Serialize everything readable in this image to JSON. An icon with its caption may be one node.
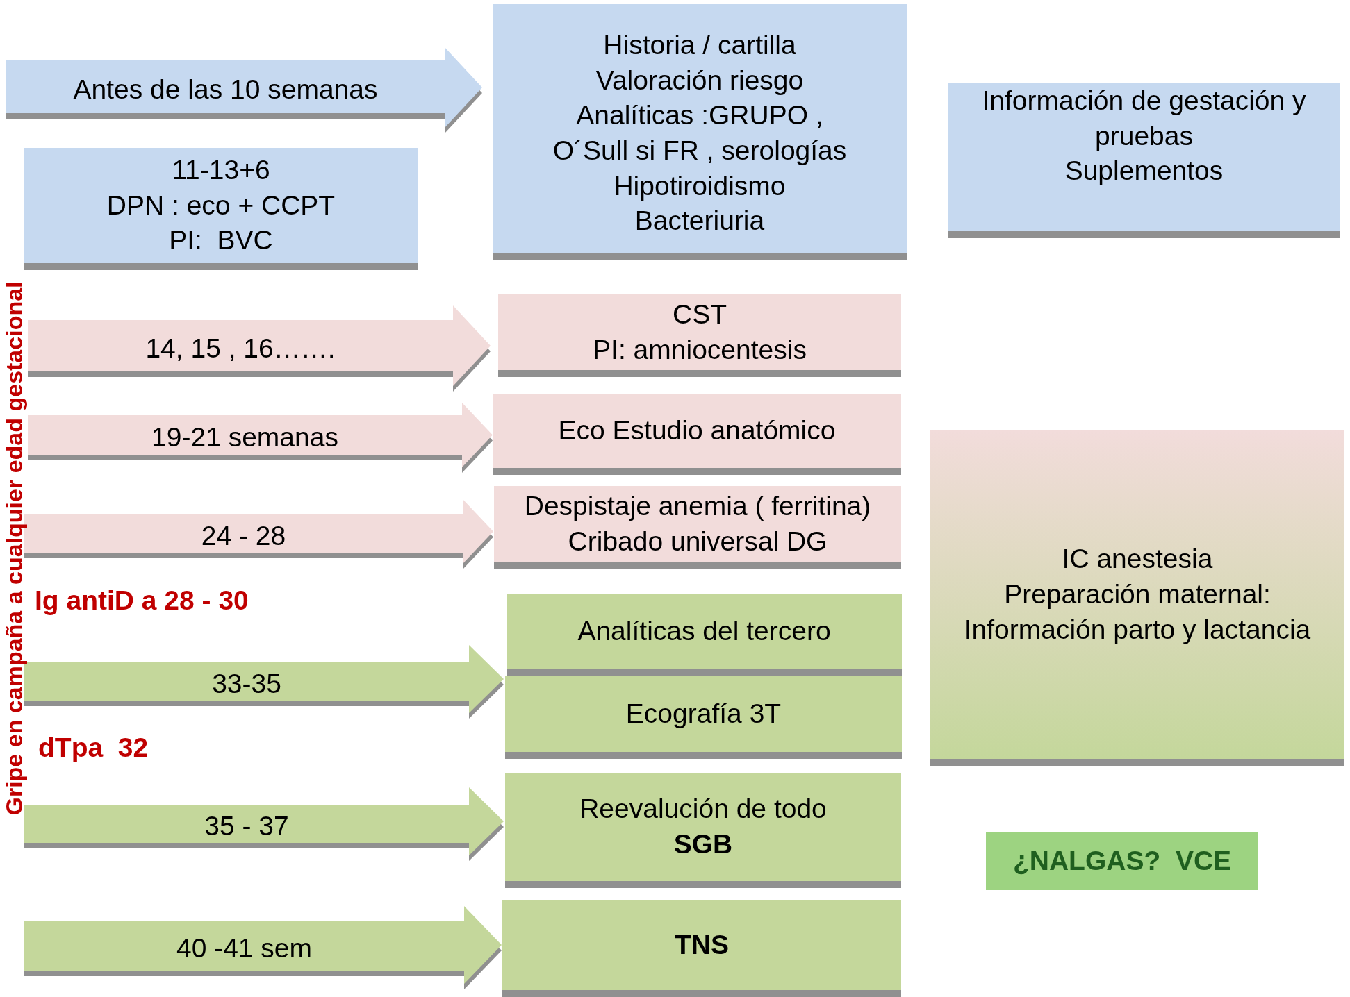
{
  "diagram": {
    "nodes": [
      {
        "text": [
          "Antes de las 10 semanas"
        ]
      },
      {
        "text": [
          "Historia / cartilla",
          "Valoración riesgo",
          "Analíticas :GRUPO ,",
          "O´Sull si FR , serologías",
          "Hipotiroidismo",
          "Bacteriuria"
        ]
      },
      {
        "text": [
          "Información de gestación y pruebas",
          "Suplementos"
        ]
      },
      {
        "text": [
          "11-13+6",
          "DPN : eco + CCPT",
          "PI:  BVC"
        ]
      },
      {
        "text": [
          "14, 15 , 16……."
        ]
      },
      {
        "text": [
          "CST",
          "PI: amniocentesis"
        ]
      },
      {
        "text": [
          "19-21 semanas"
        ]
      },
      {
        "text": [
          "Eco Estudio anatómico"
        ]
      },
      {
        "text": [
          "24 - 28"
        ]
      },
      {
        "text": [
          "Despistaje anemia ( ferritina)",
          "Cribado universal DG"
        ]
      },
      {
        "text": [
          "IC anestesia",
          "Preparación maternal:",
          "Información parto y lactancia"
        ]
      },
      {
        "text": [
          "33-35"
        ]
      },
      {
        "text": [
          "Analíticas del tercero"
        ]
      },
      {
        "text": [
          "Ecografía 3T"
        ]
      },
      {
        "text": [
          "35 - 37"
        ]
      },
      {
        "text": [
          "Reevalución de todo",
          "SGB"
        ]
      },
      {
        "text": [
          "40 -41 sem"
        ]
      },
      {
        "text": [
          "TNS"
        ]
      },
      {
        "text": [
          "¿NALGAS?  VCE"
        ]
      }
    ],
    "labels": [
      "Gripe en campaña a cualquier edad gestacional",
      "Ig antiD a 28 - 30",
      "dTpa  32"
    ]
  }
}
